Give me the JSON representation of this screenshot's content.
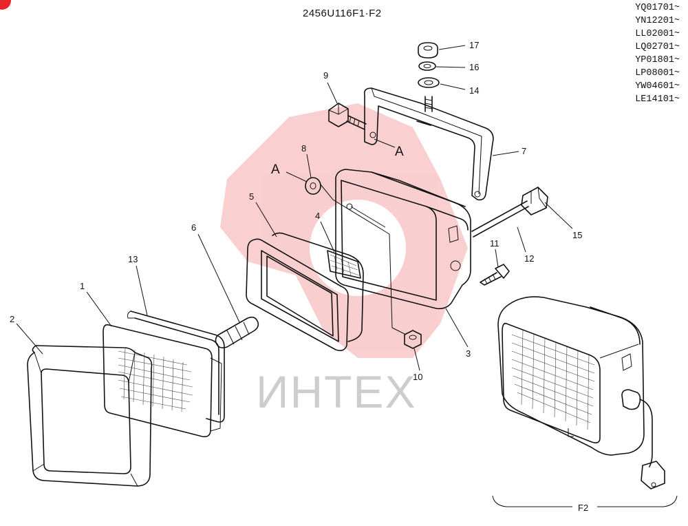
{
  "title": "2456U116F1·F2",
  "serials": [
    "YQ01701~",
    "YN12201~",
    "LL02001~",
    "LQ02701~",
    "YP01801~",
    "LP08001~",
    "YW04601~",
    "LE14101~"
  ],
  "callouts": {
    "p1": "1",
    "p2": "2",
    "p3": "3",
    "p4": "4",
    "p5": "5",
    "p6": "6",
    "p7": "7",
    "p8": "8",
    "p9": "9",
    "p10": "10",
    "p11": "11",
    "p12": "12",
    "p13": "13",
    "p14": "14",
    "p15": "15",
    "p16": "16",
    "p17": "17",
    "a_left": "A",
    "a_right": "A",
    "f2": "F2"
  },
  "watermark": {
    "text": "ИНТЕХ",
    "color": "#e8262b"
  }
}
